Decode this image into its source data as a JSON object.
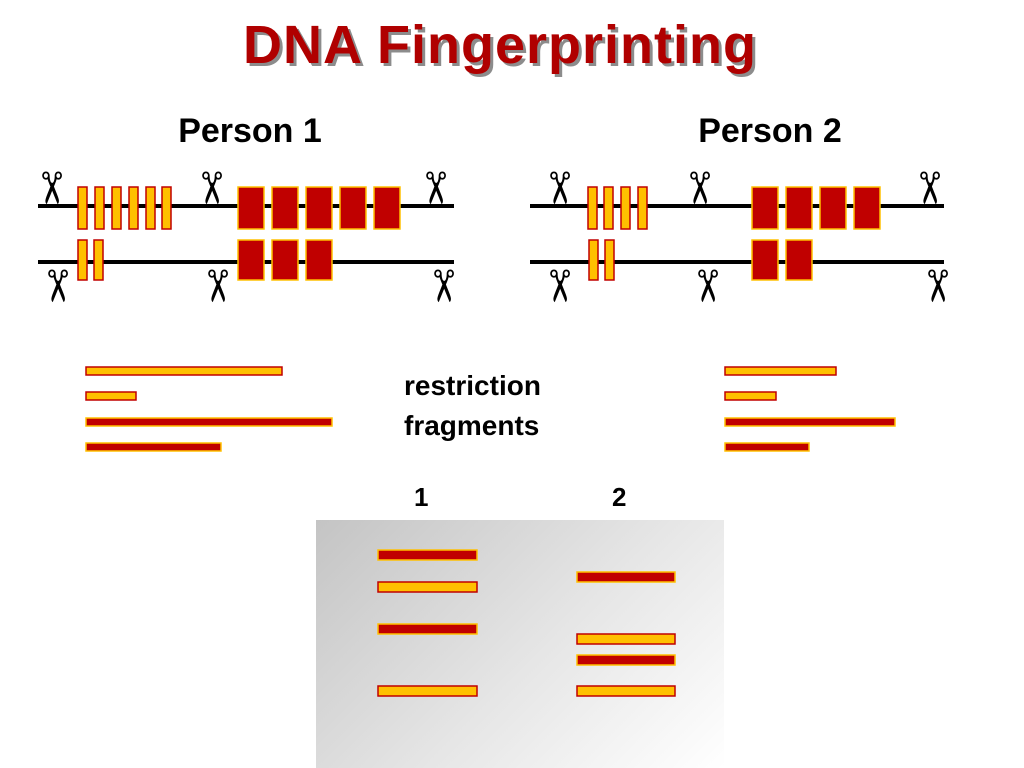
{
  "title": "DNA Fingerprinting",
  "persons": [
    {
      "label": "Person 1"
    },
    {
      "label": "Person 2"
    }
  ],
  "restriction_label_line1": "restriction",
  "restriction_label_line2": "fragments",
  "lanes": [
    "1",
    "2"
  ],
  "icons": {
    "cut_site": "scissors-icon"
  },
  "colors": {
    "title": "#b00000",
    "yellow_band": "#ffc000",
    "red_band": "#c00000",
    "dna_line": "#000000"
  }
}
